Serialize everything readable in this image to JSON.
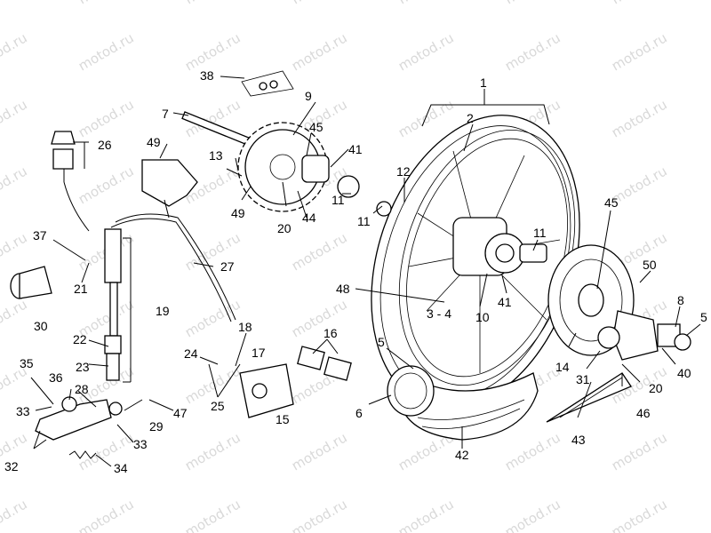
{
  "diagram": {
    "watermark": "motod.ru",
    "part_labels": [
      "1",
      "2",
      "3 - 4",
      "5",
      "5",
      "6",
      "7",
      "8",
      "9",
      "10",
      "11",
      "11",
      "11",
      "12",
      "13",
      "14",
      "15",
      "16",
      "17",
      "18",
      "19",
      "20",
      "20",
      "21",
      "22",
      "23",
      "24",
      "25",
      "26",
      "27",
      "28",
      "29",
      "30",
      "31",
      "32",
      "33",
      "33",
      "34",
      "35",
      "36",
      "37",
      "38",
      "40",
      "41",
      "41",
      "42",
      "43",
      "44",
      "45",
      "45",
      "46",
      "47",
      "48",
      "49",
      "49",
      "50"
    ]
  }
}
